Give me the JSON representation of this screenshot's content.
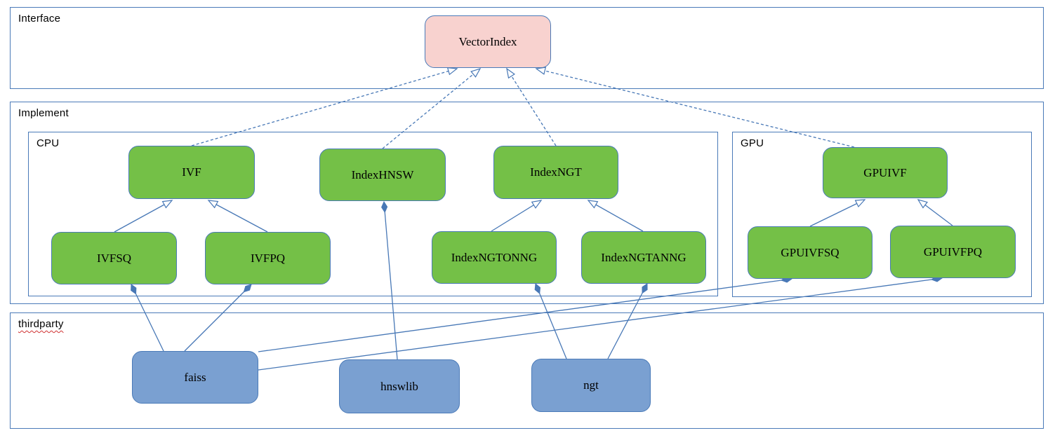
{
  "containers": {
    "interface": {
      "label": "Interface"
    },
    "implement": {
      "label": "Implement"
    },
    "cpu": {
      "label": "CPU"
    },
    "gpu": {
      "label": "GPU"
    },
    "thirdparty": {
      "label": "thirdparty"
    }
  },
  "nodes": {
    "vectorindex": {
      "label": "VectorIndex"
    },
    "ivf": {
      "label": "IVF"
    },
    "indexhnsw": {
      "label": "IndexHNSW"
    },
    "indexngt": {
      "label": "IndexNGT"
    },
    "ivfsq": {
      "label": "IVFSQ"
    },
    "ivfpq": {
      "label": "IVFPQ"
    },
    "indexngtonng": {
      "label": "IndexNGTONNG"
    },
    "indexngtanng": {
      "label": "IndexNGTANNG"
    },
    "gpuivf": {
      "label": "GPUIVF"
    },
    "gpuivfsq": {
      "label": "GPUIVFSQ"
    },
    "gpuivfpq": {
      "label": "GPUIVFPQ"
    },
    "faiss": {
      "label": "faiss"
    },
    "hnswlib": {
      "label": "hnswlib"
    },
    "ngt": {
      "label": "ngt"
    }
  },
  "edges": [
    {
      "from": "IVF",
      "to": "VectorIndex",
      "type": "realization"
    },
    {
      "from": "IndexHNSW",
      "to": "VectorIndex",
      "type": "realization"
    },
    {
      "from": "IndexNGT",
      "to": "VectorIndex",
      "type": "realization"
    },
    {
      "from": "GPUIVF",
      "to": "VectorIndex",
      "type": "realization"
    },
    {
      "from": "IVFSQ",
      "to": "IVF",
      "type": "generalization"
    },
    {
      "from": "IVFPQ",
      "to": "IVF",
      "type": "generalization"
    },
    {
      "from": "IndexNGTONNG",
      "to": "IndexNGT",
      "type": "generalization"
    },
    {
      "from": "IndexNGTANNG",
      "to": "IndexNGT",
      "type": "generalization"
    },
    {
      "from": "GPUIVFSQ",
      "to": "GPUIVF",
      "type": "generalization"
    },
    {
      "from": "GPUIVFPQ",
      "to": "GPUIVF",
      "type": "generalization"
    },
    {
      "from": "faiss",
      "to": "IVFSQ",
      "type": "composition"
    },
    {
      "from": "faiss",
      "to": "IVFPQ",
      "type": "composition"
    },
    {
      "from": "faiss",
      "to": "GPUIVFSQ",
      "type": "composition"
    },
    {
      "from": "faiss",
      "to": "GPUIVFPQ",
      "type": "composition"
    },
    {
      "from": "hnswlib",
      "to": "IndexHNSW",
      "type": "composition"
    },
    {
      "from": "ngt",
      "to": "IndexNGTONNG",
      "type": "composition"
    },
    {
      "from": "ngt",
      "to": "IndexNGTANNG",
      "type": "composition"
    }
  ],
  "colors": {
    "node_green": "#74c047",
    "node_blue": "#7aa0d1",
    "node_pink": "#f8d2cf",
    "line_blue": "#4878b6",
    "container_border": "#4a7ab8",
    "spellcheck_red": "#d03030"
  }
}
